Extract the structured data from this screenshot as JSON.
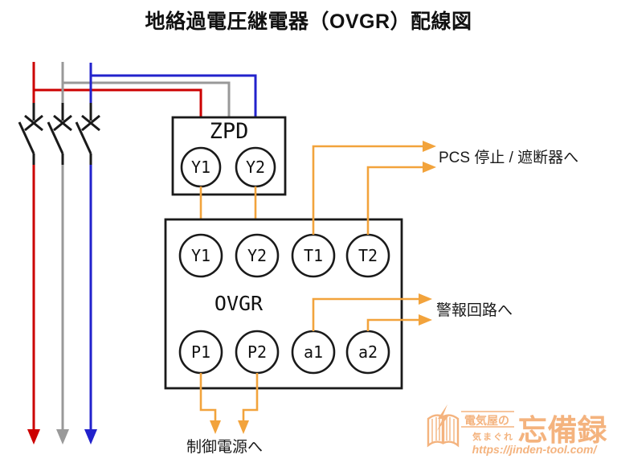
{
  "title": "地絡過電圧継電器（OVGR）配線図",
  "colors": {
    "phase_r": "#cc0000",
    "phase_s": "#999999",
    "phase_t": "#2222cc",
    "signal": "#f2a33c",
    "line": "#1a1a1a",
    "logo": "#f3ab71"
  },
  "zpd": {
    "label": "ZPD",
    "terminals": [
      "Y1",
      "Y2"
    ]
  },
  "ovgr": {
    "label": "OVGR",
    "terminals_top": [
      "Y1",
      "Y2",
      "T1",
      "T2"
    ],
    "terminals_bottom": [
      "P1",
      "P2",
      "a1",
      "a2"
    ]
  },
  "annotations": {
    "pcs": "PCS 停止 / 遮断器へ",
    "alarm": "警報回路へ",
    "control_power": "制御電源へ"
  },
  "logo": {
    "line1": "電気屋の",
    "line2": "気まぐれ",
    "line3": "忘備録",
    "url": "https://jinden-tool.com/"
  }
}
